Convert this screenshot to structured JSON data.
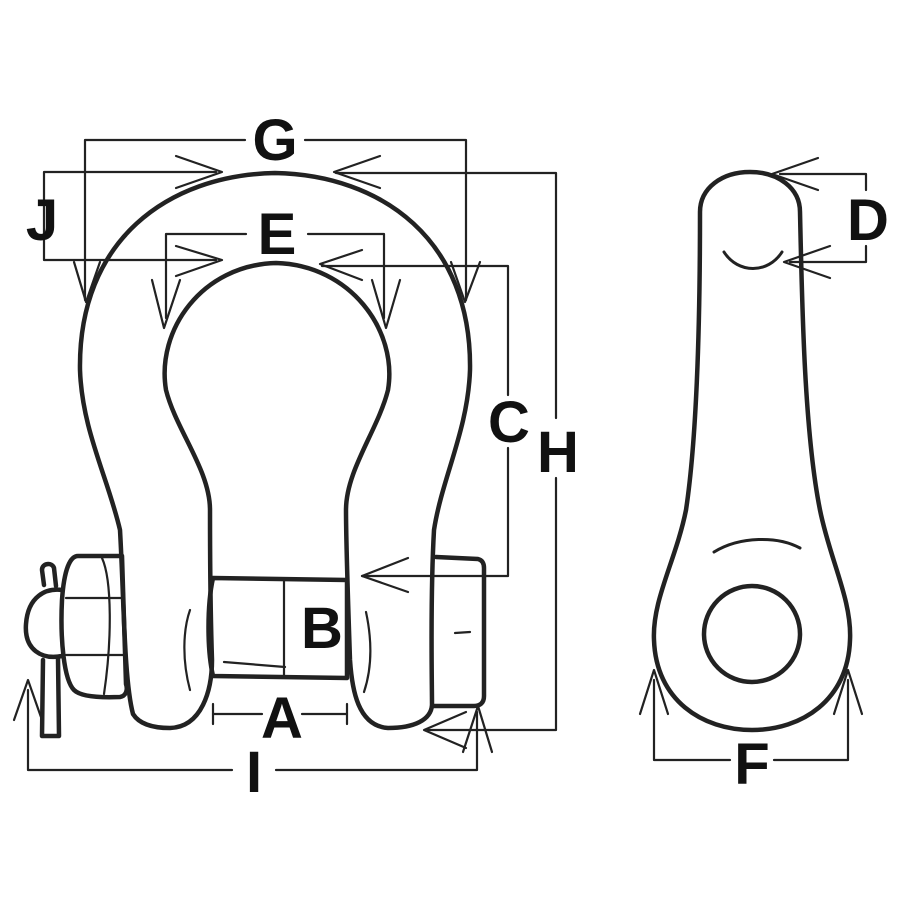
{
  "diagram": {
    "labels": {
      "A": "A",
      "B": "B",
      "C": "C",
      "D": "D",
      "E": "E",
      "F": "F",
      "G": "G",
      "H": "H",
      "I": "I",
      "J": "J"
    },
    "stroke_color": "#222222",
    "background": "#ffffff"
  }
}
